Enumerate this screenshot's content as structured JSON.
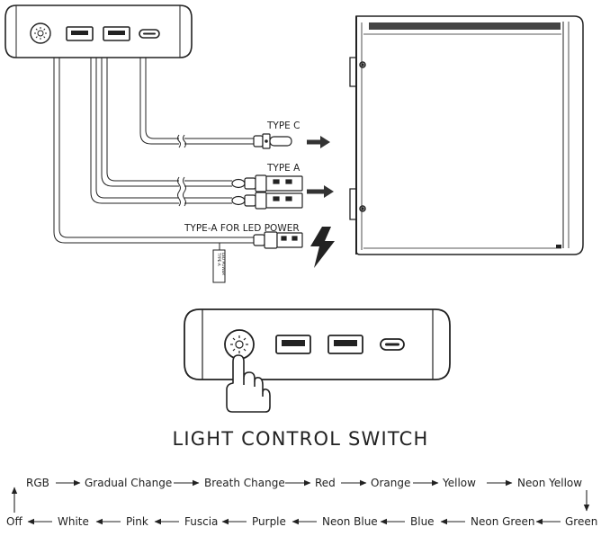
{
  "labels": {
    "type_c": "TYPE C",
    "type_a": "TYPE A",
    "led_power": "TYPE-A FOR LED POWER",
    "tag_line1": "TYPE-A",
    "tag_line2": "LED POWER",
    "title": "LIGHT CONTROL SWITCH"
  },
  "sequence": {
    "top_row": [
      "RGB",
      "Gradual Change",
      "Breath Change",
      "Red",
      "Orange",
      "Yellow",
      "Neon Yellow"
    ],
    "bottom_row": [
      "Off",
      "White",
      "Pink",
      "Fuscia",
      "Purple",
      "Neon Blue",
      "Blue",
      "Neon Green",
      "Green"
    ]
  },
  "icons": {
    "light_button": "sun-icon",
    "pointer": "pointing-hand-icon",
    "data_arrow": "arrow-right-icon",
    "power": "lightning-bolt-icon"
  },
  "colors": {
    "line": "#222222",
    "panel_fill": "#ffffff",
    "arrow_fill": "#333333"
  }
}
